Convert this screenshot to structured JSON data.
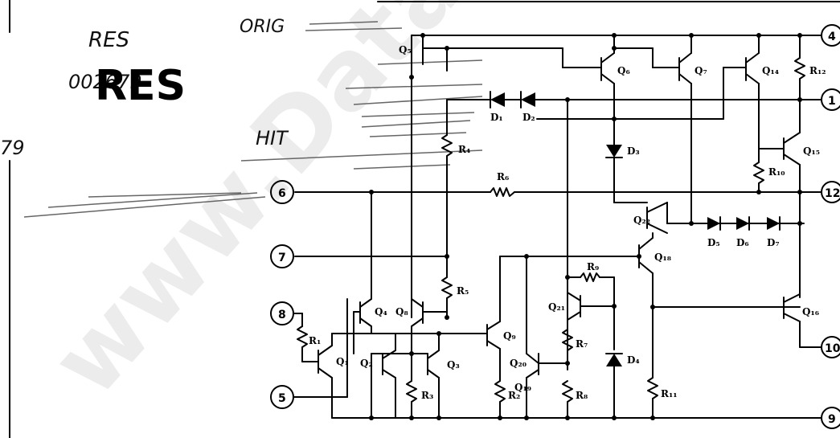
{
  "handwritten": {
    "res_note": "RES",
    "doc_number": "002679",
    "stamp": "RES",
    "orig_note": "ORIG",
    "hit_note": "HIT",
    "margin_mark": "79"
  },
  "watermark": "www.DataSheet",
  "pins": {
    "p4": "4",
    "p1": "1",
    "p12": "12",
    "p6": "6",
    "p7": "7",
    "p8": "8",
    "p5": "5",
    "p10": "10",
    "p9": "9"
  },
  "labels": {
    "Q1": "Q₁",
    "Q2": "Q₂",
    "Q3": "Q₃",
    "Q4": "Q₄",
    "Q5": "Q₅",
    "Q6": "Q₆",
    "Q7": "Q₇",
    "Q8": "Q₈",
    "Q9": "Q₉",
    "Q14": "Q₁₄",
    "Q15": "Q₁₅",
    "Q16": "Q₁₆",
    "Q18": "Q₁₈",
    "Q19": "Q₁₉",
    "Q20": "Q₂₀",
    "Q21": "Q₂₁",
    "Q22": "Q₂₂",
    "D1": "D₁",
    "D2": "D₂",
    "D3": "D₃",
    "D4": "D₄",
    "D5": "D₅",
    "D6": "D₆",
    "D7": "D₇",
    "R1": "R₁",
    "R2": "R₂",
    "R3": "R₃",
    "R4": "R₄",
    "R5": "R₅",
    "R6": "R₆",
    "R7": "R₇",
    "R8": "R₈",
    "R9": "R₉",
    "R10": "R₁₀",
    "R11": "R₁₁",
    "R12": "R₁₂"
  }
}
